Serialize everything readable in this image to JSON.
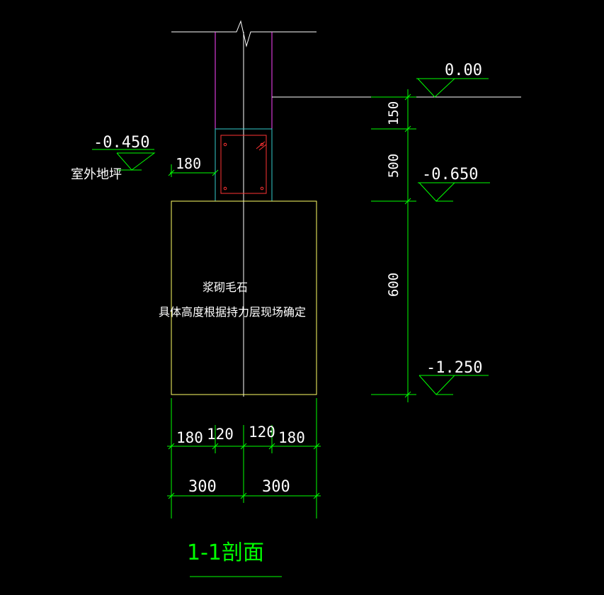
{
  "levels": {
    "ground": "0.00",
    "outdoor": "-0.450",
    "beam_bottom": "-0.650",
    "footing_bottom": "-1.250"
  },
  "labels": {
    "outdoor_ground": "室外地坪",
    "material": "浆砌毛石",
    "note": "具体高度根据持力层现场确定",
    "section_title": "1-1剖面"
  },
  "dimensions": {
    "offset_left": "180",
    "vertical": [
      "150",
      "500",
      "600"
    ],
    "bottom_row1": [
      "180",
      "120",
      "120",
      "180"
    ],
    "bottom_row2": [
      "300",
      "300"
    ]
  },
  "colors": {
    "background": "#000000",
    "dimension": "#00ff00",
    "text": "#ffffff",
    "footing": "#ffff66",
    "wall": "#ff44ff",
    "beam_outline": "#33cccc",
    "rebar": "#ff3333",
    "axis": "#ffffff"
  }
}
